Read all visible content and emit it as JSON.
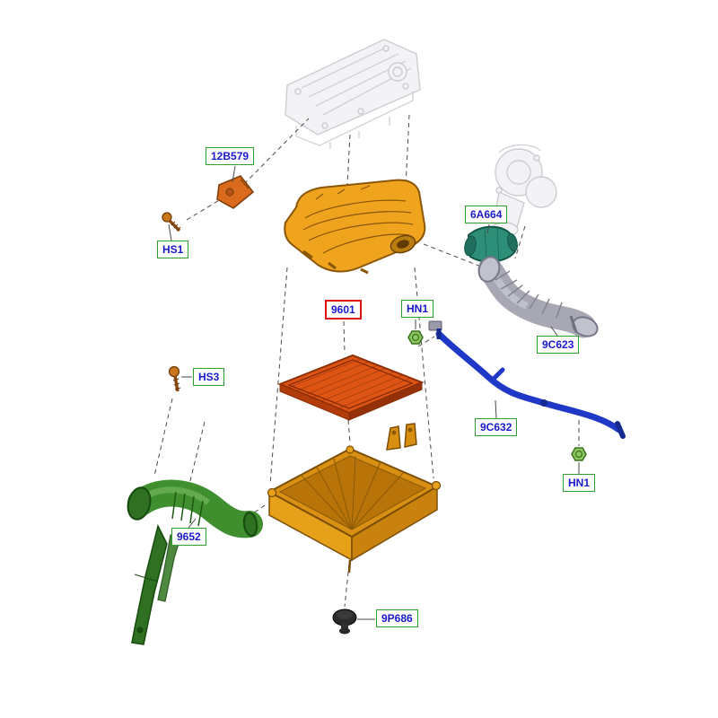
{
  "labels": [
    {
      "text": "12B579",
      "part": "map-sensor",
      "highlighted": false
    },
    {
      "text": "HS1",
      "part": "screw-hs1",
      "highlighted": false
    },
    {
      "text": "6A664",
      "part": "resonator-hose",
      "highlighted": false
    },
    {
      "text": "9601",
      "part": "air-filter-element",
      "highlighted": true
    },
    {
      "text": "HN1",
      "part": "nut-upper",
      "highlighted": false
    },
    {
      "text": "9C623",
      "part": "air-intake-hose",
      "highlighted": false
    },
    {
      "text": "HS3",
      "part": "screw-hs3",
      "highlighted": false
    },
    {
      "text": "9C632",
      "part": "vacuum-tube",
      "highlighted": false
    },
    {
      "text": "HN1",
      "part": "nut-lower",
      "highlighted": false
    },
    {
      "text": "9652",
      "part": "air-intake-duct",
      "highlighted": false
    },
    {
      "text": "9P686",
      "part": "grommet",
      "highlighted": false
    }
  ],
  "highlighted_label": "9601",
  "parts_icons": [
    "engine-valve-cover-ghost",
    "turbocharger-ghost",
    "map-sensor",
    "screw-hs1",
    "air-cleaner-cover",
    "air-filter-element",
    "air-cleaner-lower-housing",
    "resonator-hose",
    "air-intake-hose",
    "vacuum-tube",
    "nut-upper",
    "nut-lower",
    "air-intake-duct",
    "grommet",
    "screw-hs3"
  ],
  "colors": {
    "label_text": "#1a1acc",
    "label_border": "#2e9e2e",
    "highlight_border": "#e01010",
    "line": "#4a4a4a",
    "ghost": "#c4c4cc",
    "cover_orange": "#f0a41e",
    "housing_orange": "#d88f12",
    "filter_orange": "#dd5414",
    "sensor_orange": "#d96a1e",
    "duct_green": "#3f8f2f",
    "hose_gray": "#a8a8b4",
    "tube_blue": "#2038c8",
    "nut_green": "#8cc860",
    "grommet_dark": "#2a2a2a",
    "background": "#ffffff"
  }
}
